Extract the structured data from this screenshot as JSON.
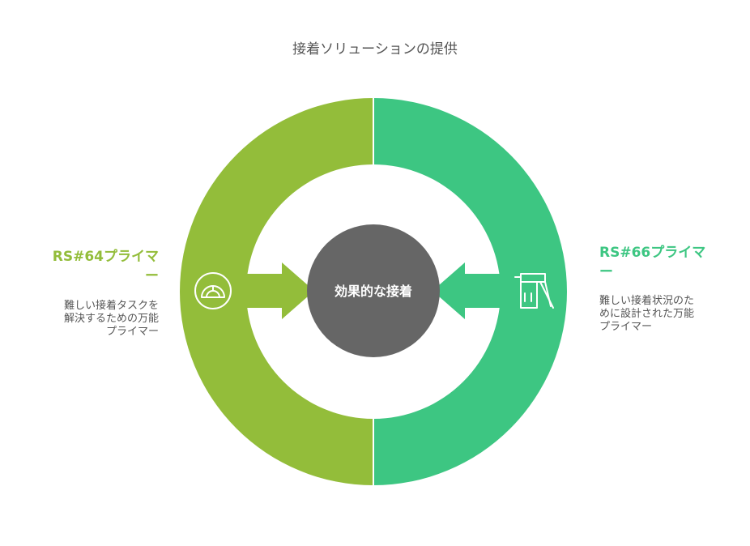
{
  "title": "接着ソリューションの提供",
  "center": {
    "label": "効果的な接着"
  },
  "left": {
    "heading_line1": "RS#64プライマ",
    "heading_line2": "ー",
    "desc_line1": "難しい接着タスクを",
    "desc_line2": "解決するための万能",
    "desc_line3": "プライマー",
    "color": "#93bd3a",
    "icon": "protractor-icon"
  },
  "right": {
    "heading_line1": "RS#66プライマ",
    "heading_line2": "ー",
    "desc_line1": "難しい接着状況のた",
    "desc_line2": "めに設計された万能",
    "desc_line3": "プライマー",
    "color": "#3dc682",
    "icon": "staple-gun-icon"
  },
  "colors": {
    "center_fill": "#666666",
    "text_gray": "#555555"
  }
}
